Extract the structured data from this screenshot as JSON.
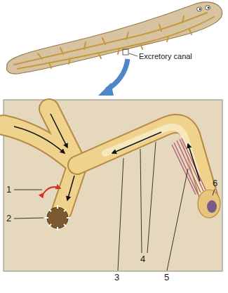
{
  "diagram": {
    "labels": [
      "Excretory canal",
      "1",
      "2",
      "3",
      "4",
      "5",
      "6"
    ]
  }
}
